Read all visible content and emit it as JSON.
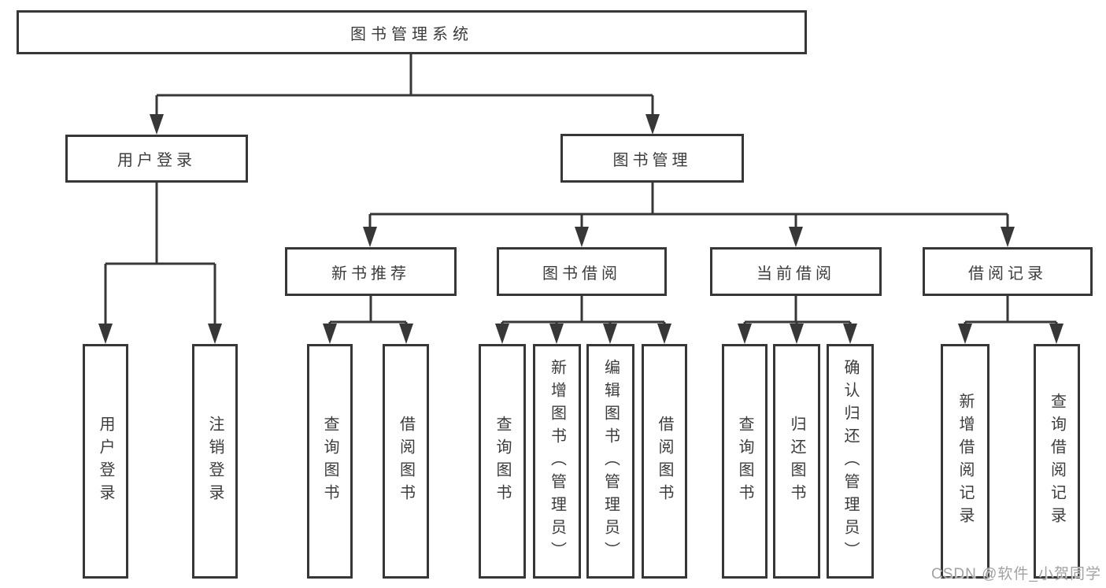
{
  "root_label": "图书管理系统",
  "level2": [
    {
      "label": "用户登录"
    },
    {
      "label": "图书管理"
    }
  ],
  "level3": [
    {
      "label": "新书推荐"
    },
    {
      "label": "图书借阅"
    },
    {
      "label": "当前借阅"
    },
    {
      "label": "借阅记录"
    }
  ],
  "leaves": {
    "user_login": [
      "用户登录",
      "注销登录"
    ],
    "new_books": [
      "查询图书",
      "借阅图书"
    ],
    "borrow": [
      "查询图书",
      "新增图书（管理员）",
      "编辑图书（管理员）",
      "借阅图书"
    ],
    "current": [
      "查询图书",
      "归还图书",
      "确认归还（管理员）"
    ],
    "records": [
      "新增借阅记录",
      "查询借阅记录"
    ]
  },
  "watermark": "CSDN @软件_小贺同学",
  "colors": {
    "line": "#373737",
    "text": "#3c3c3c",
    "background": "#ffffff",
    "watermark": "#a2a2a2"
  }
}
